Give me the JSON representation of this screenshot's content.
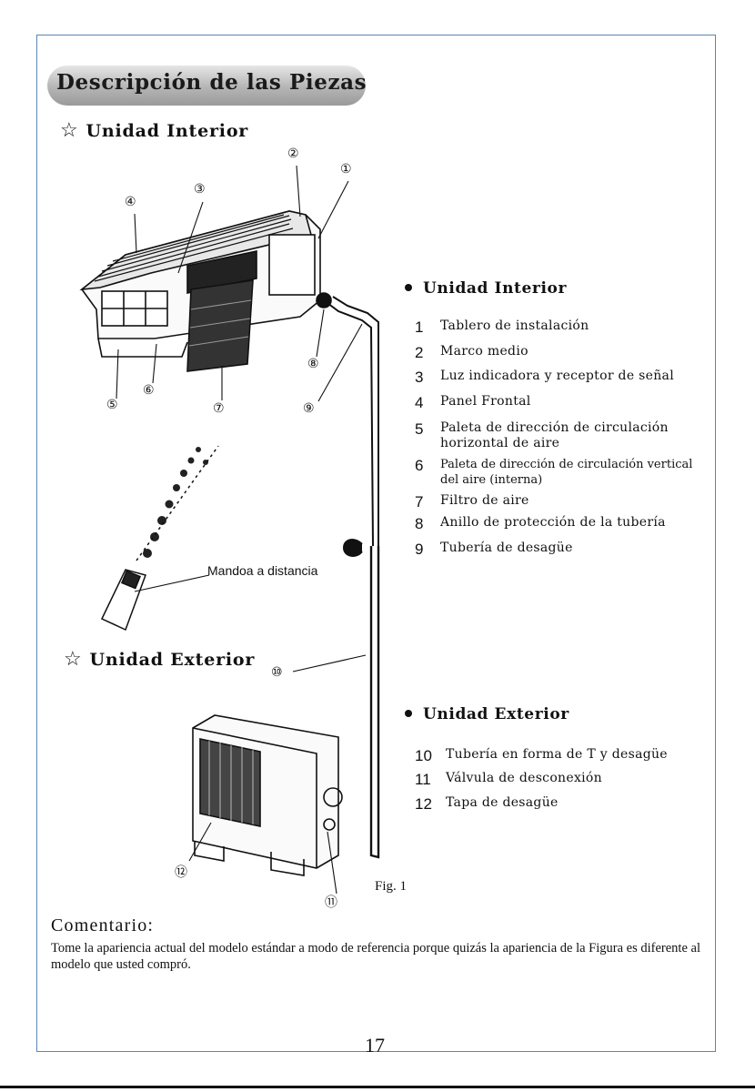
{
  "page_title": "Descripción de las Piezas",
  "indoor_section": {
    "star": "☆",
    "heading": "Unidad Interior"
  },
  "outdoor_section": {
    "star": "☆",
    "heading": "Unidad Exterior"
  },
  "indoor_list": {
    "heading": "Unidad Interior",
    "items": [
      {
        "num": "1",
        "label": "Tablero de instalación"
      },
      {
        "num": "2",
        "label": "Marco medio"
      },
      {
        "num": "3",
        "label": "Luz indicadora y receptor de señal"
      },
      {
        "num": "4",
        "label": "Panel Frontal"
      },
      {
        "num": "5",
        "label": "Paleta de dirección de circulación\nhorizontal de aire"
      },
      {
        "num": "6",
        "label": "Paleta de dirección de circulación vertical\ndel aire (interna)"
      },
      {
        "num": "7",
        "label": "Filtro de aire"
      },
      {
        "num": "8",
        "label": "Anillo de protección de la tubería"
      },
      {
        "num": "9",
        "label": "Tubería de desagüe"
      }
    ]
  },
  "outdoor_list": {
    "heading": "Unidad Exterior",
    "items": [
      {
        "num": "10",
        "label": "Tubería en forma de T y desagüe"
      },
      {
        "num": "11",
        "label": "Válvula de desconexión"
      },
      {
        "num": "12",
        "label": "Tapa de desagüe"
      }
    ]
  },
  "diagram": {
    "remote_label": "Mandoa a distancia",
    "figure_label": "Fig. 1",
    "callouts": [
      "①",
      "②",
      "③",
      "④",
      "⑤",
      "⑥",
      "⑦",
      "⑧",
      "⑨",
      "⑩",
      "⑪",
      "⑫"
    ]
  },
  "comment": {
    "title": "Comentario:",
    "text": "Tome la apariencia actual del modelo estándar a modo de referencia porque quizás la apariencia de la Figura es diferente al modelo que usted compró."
  },
  "page_number": "17",
  "colors": {
    "frame_border": "#5a86b5",
    "title_pill": "#b5b5b5",
    "ink": "#111111"
  }
}
